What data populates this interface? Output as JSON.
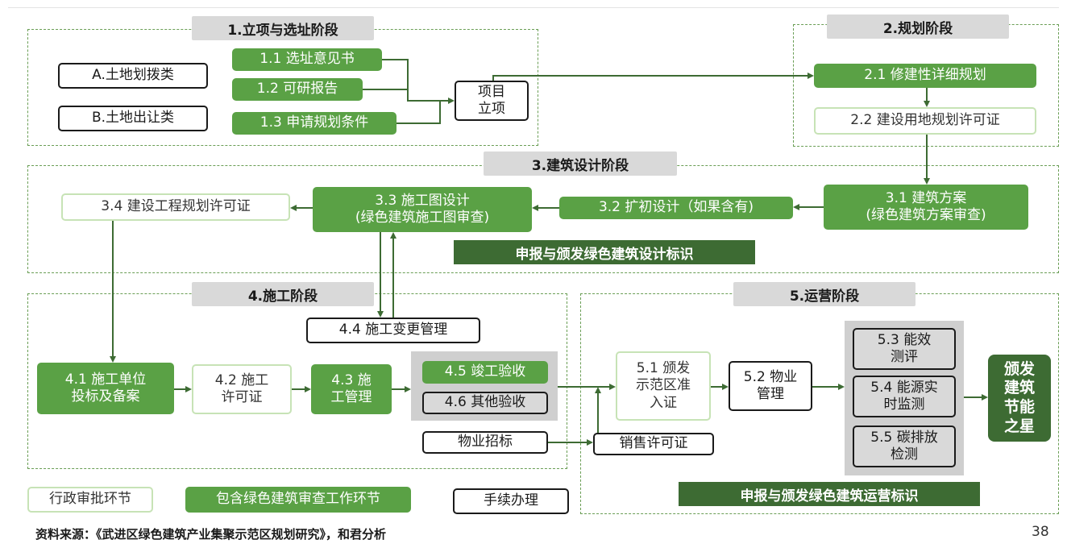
{
  "stages": {
    "s1": "1.立项与选址阶段",
    "s2": "2.规划阶段",
    "s3": "3.建筑设计阶段",
    "s4": "4.施工阶段",
    "s5": "5.运营阶段"
  },
  "nodes": {
    "a": "A.土地划拨类",
    "b": "B.土地出让类",
    "n11": "1.1 选址意见书",
    "n12": "1.2 可研报告",
    "n13": "1.3 申请规划条件",
    "project": "项目\n立项",
    "n21": "2.1 修建性详细规划",
    "n22": "2.2 建设用地规划许可证",
    "n31": "3.1 建筑方案\n(绿色建筑方案审查)",
    "n32": "3.2 扩初设计（如果含有)",
    "n33": "3.3 施工图设计\n(绿色建筑施工图审查)",
    "n34": "3.4 建设工程规划许可证",
    "band_design": "申报与颁发绿色建筑设计标识",
    "n41": "4.1 施工单位\n投标及备案",
    "n42": "4.2 施工\n许可证",
    "n43": "4.3 施\n工管理",
    "n44": "4.4 施工变更管理",
    "n45": "4.5 竣工验收",
    "n46": "4.6 其他验收",
    "property_bid": "物业招标",
    "sales_permit": "销售许可证",
    "n51": "5.1 颁发\n示范区准\n入证",
    "n52": "5.2 物业\n管理",
    "n53": "5.3 能效\n测评",
    "n54": "5.4 能源实\n时监测",
    "n55": "5.5 碳排放\n检测",
    "star": "颁发\n建筑\n节能\n之星",
    "band_ops": "申报与颁发绿色建筑运营标识"
  },
  "legend": {
    "admin": "行政审批环节",
    "green": "包含绿色建筑审查工作环节",
    "proc": "手续办理"
  },
  "footer": {
    "source": "资料来源：《武进区绿色建筑产业集聚示范区规划研究》，和君分析",
    "page": "38"
  },
  "colors": {
    "green": "#5aa145",
    "dark_green": "#3d6b33",
    "light_green_border": "#c7e3b6",
    "gray": "#d9d9d9"
  }
}
